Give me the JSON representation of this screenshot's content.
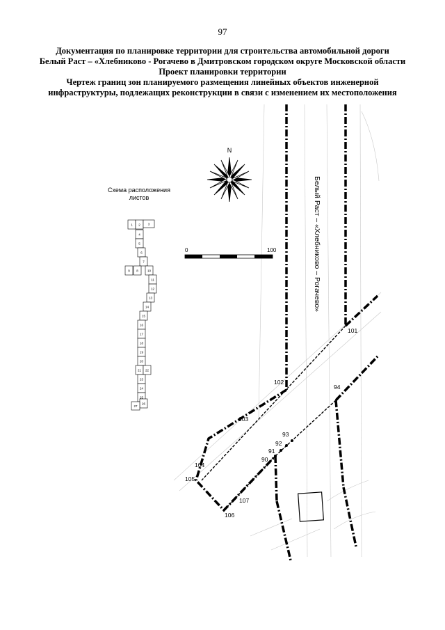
{
  "page_number": "97",
  "heading": {
    "line1": "Документация по планировке территории для строительства автомобильной дороги",
    "line2": "Белый Раст – «Хлебниково - Рогачево в Дмитровском городском округе Московской области",
    "line3": "Проект планировки территории",
    "line4": "Чертеж границ зон планируемого размещения линейных объектов инженерной",
    "line5": "инфраструктуры, подлежащих реконструкции в связи с изменением их местоположения"
  },
  "north_label": "N",
  "scheme": {
    "title_line1": "Схема расположения",
    "title_line2": "листов",
    "sheets": [
      "1",
      "2",
      "3",
      "4",
      "5",
      "6",
      "7",
      "8",
      "9",
      "10",
      "11",
      "12",
      "13",
      "14",
      "15",
      "16",
      "17",
      "18",
      "19",
      "20",
      "21",
      "22",
      "23",
      "24",
      "25",
      "26",
      "27"
    ]
  },
  "scale_bar": {
    "start": "0",
    "end": "100"
  },
  "road_label": "Белый Раст – «Хлебниково – Рогачево»",
  "point_labels": {
    "p101": "101",
    "p102": "102",
    "p103": "103",
    "p104": "104",
    "p105": "105",
    "p106": "106",
    "p107": "107",
    "p94": "94",
    "p93": "93",
    "p92": "92",
    "p91": "91",
    "p90": "90"
  }
}
